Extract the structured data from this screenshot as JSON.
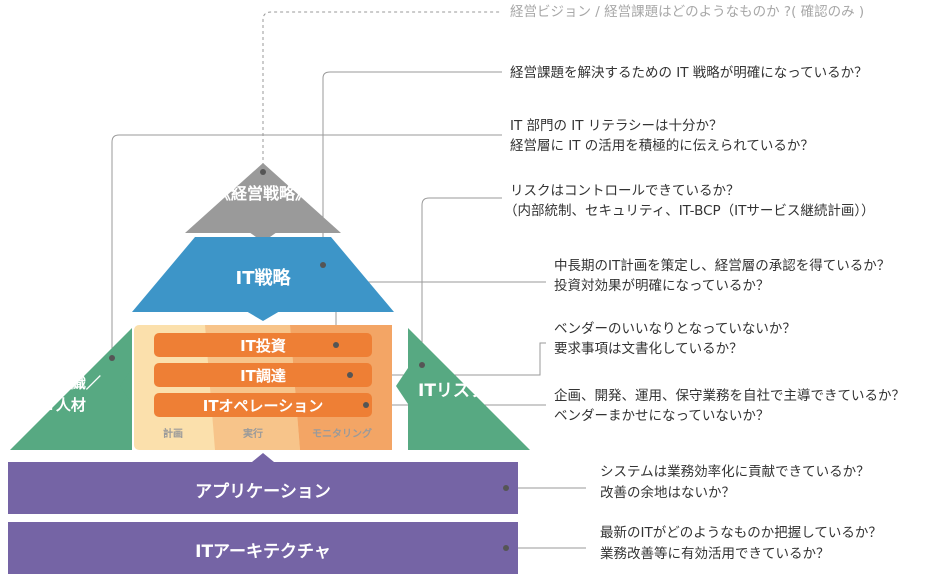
{
  "pyramid": {
    "top_label": "《経営戦略》",
    "strategy_label": "IT戦略",
    "rows": [
      "IT投資",
      "IT調達",
      "ITオペレーション"
    ],
    "phases": [
      "計画",
      "実行",
      "モニタリング"
    ],
    "left_label_lines": [
      "IT組織／",
      "IT人材"
    ],
    "right_label": "ITリスク",
    "application_label": "アプリケーション",
    "architecture_label": "ITアーキテクチャ"
  },
  "questions": {
    "top": "経営ビジョン / 経営課題はどのようなものか ?( 確認のみ )",
    "strategy": "経営課題を解決するための IT 戦略が明確になっているか？",
    "org": [
      "IT 部門の IT リテラシーは十分か？",
      "経営層に IT の活用を積極的に伝えられているか？"
    ],
    "risk": [
      "リスクはコントロールできているか？",
      "（内部統制、セキュリティ、IT-BCP（ITサービス継続計画））"
    ],
    "investment": [
      "中長期のIT計画を策定し、経営層の承認を得ているか？",
      "投資対効果が明確になっているか？"
    ],
    "procurement": [
      "ベンダーのいいなりとなっていないか？",
      "要求事項は文書化しているか？"
    ],
    "operation": [
      "企画、開発、運用、保守業務を自社で主導できているか？",
      "ベンダーまかせになっていないか？"
    ],
    "application": [
      "システムは業務効率化に貢献できているか？",
      "改善の余地はないか？"
    ],
    "architecture": [
      "最新のITがどのようなものか把握しているか？",
      "業務改善等に有効活用できているか？"
    ]
  },
  "colors": {
    "grey": "#9a9a9a",
    "blue": "#3d95c8",
    "green": "#57a982",
    "orange": "#ee7f35",
    "cream": "#fbe0ac",
    "purple": "#7564a5",
    "line": "#9a9a9a"
  }
}
